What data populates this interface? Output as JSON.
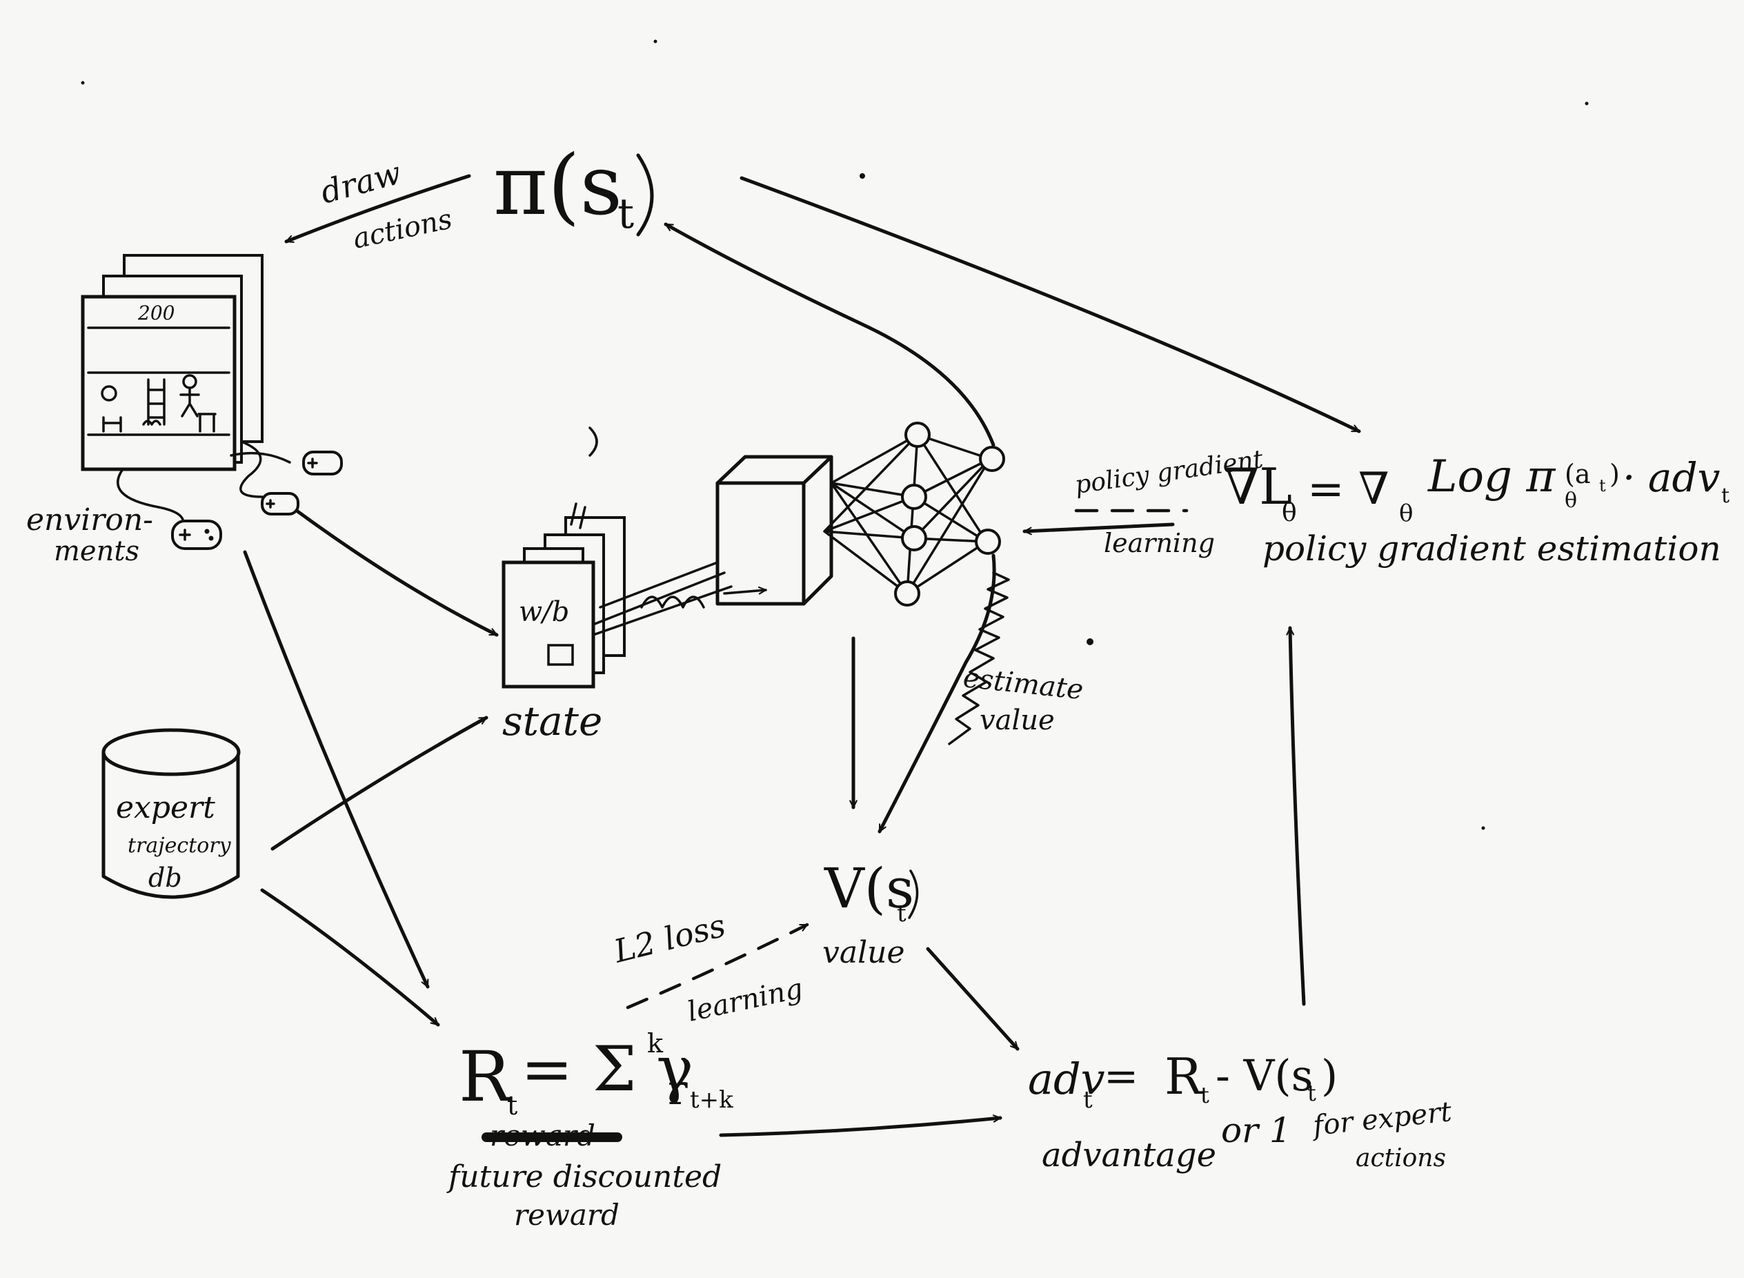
{
  "labels": {
    "policy": "π(s",
    "policy_sub": "t",
    "draw": "draw",
    "actions": "actions",
    "game_score": "200",
    "environments_1": "environ-",
    "environments_2": "ments",
    "state_frame": "w/b",
    "state": "state",
    "expert_1": "expert",
    "expert_2": "trajectory",
    "expert_3": "db",
    "policy_gradient": "policy gradient",
    "learning_top": "learning",
    "grad_formula": "∇L",
    "theta": "θ",
    "grad_eq": "= ∇",
    "log_pi": "Log π",
    "log_arg": "(a",
    "log_arg_end": ")",
    "adv_part": "· adv",
    "pg_estimation": "policy gradient estimation",
    "estimate_1": "estimate",
    "estimate_2": "value",
    "value_symbol": "V(s",
    "value_sub": "t",
    "value_word": "value",
    "l2_loss": "L2 loss",
    "learning_bottom": "learning",
    "return_R": "R",
    "return_sub": "t",
    "return_eq": "= Σ γ",
    "return_k": "k",
    "return_r": "r",
    "return_r_sub": "t+k",
    "reward_strike": "reward",
    "future_1": "future discounted",
    "future_2": "reward",
    "adv_lhs": "adv",
    "adv_lhs_sub": "t",
    "adv_eq": "=",
    "adv_rhs": "R",
    "adv_rhs_sub": "t",
    "adv_rhs_2": "- V(s",
    "adv_rhs_2_end": ")",
    "advantage_word": "advantage",
    "or_one": "or 1",
    "for_expert_1": "for expert",
    "for_expert_2": "actions"
  }
}
